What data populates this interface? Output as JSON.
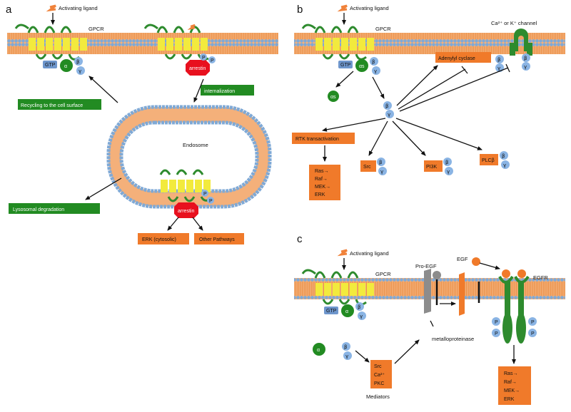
{
  "panels": {
    "a": "a",
    "b": "b",
    "c": "c"
  },
  "labels": {
    "activating_ligand": "Activating ligand",
    "gpcr": "GPCR",
    "gtp": "GTP",
    "alpha": "α",
    "alpha_s": "αs",
    "beta": "β",
    "gamma": "γ",
    "p": "P",
    "arrestin": "arrestin",
    "internalization": "internalization",
    "recycling": "Recycling to the cell surface",
    "endosome": "Endosome",
    "lysosomal": "Lysosomal degradation",
    "erk_cytosolic": "ERK (cytosolic)",
    "other_pathways": "Other Pathways",
    "channel": "Ca²⁺ or K⁺ channel",
    "adenylyl_cyclase": "Adenylyl cyclase",
    "rtk": "RTK transactivation",
    "src": "Src",
    "pi3k": "PI3K",
    "plcb": "PLCβ",
    "ras": "Ras→",
    "raf": "Raf→",
    "mek": "MEK→",
    "erk": "ERK",
    "pro_egf": "Pro-EGF",
    "egf": "EGF",
    "egfr": "EGFR",
    "metalloproteinase": "metalloproteinase",
    "mediator_src": "Src",
    "mediator_ca": "Ca²⁺",
    "mediator_pkc": "PKC",
    "mediators": "Mediators"
  },
  "colors": {
    "membrane_head": "#7fa9d6",
    "membrane_core": "#f2a360",
    "helix": "#f2ea3d",
    "loop": "#2e8b2e",
    "ligand": "#f0823a",
    "orange_box": "#f07a2a",
    "green_box": "#228b22",
    "arrestin": "#e8101e",
    "blue_sub": "#8ab4e4",
    "gtp_box": "#6e96cc",
    "grey": "#8c8c8c"
  }
}
